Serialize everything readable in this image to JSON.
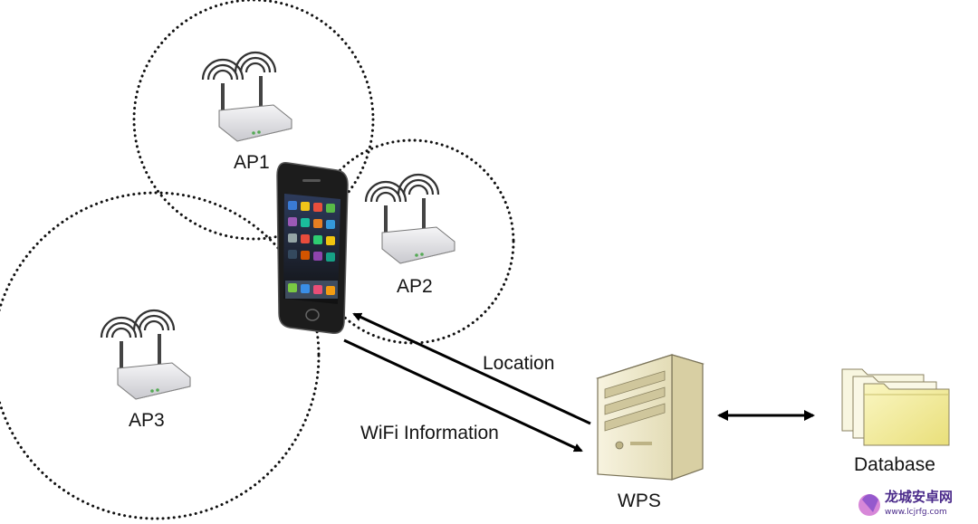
{
  "labels": {
    "ap1": "AP1",
    "ap2": "AP2",
    "ap3": "AP3",
    "location": "Location",
    "wifi_info": "WiFi Information",
    "wps": "WPS",
    "database": "Database"
  },
  "watermark": {
    "title": "龙城安卓网",
    "url": "www.lcjrfg.com"
  },
  "colors": {
    "router_body": "#e6e6ea",
    "server_body": "#f1ecd4",
    "folder": "#f3ec9c",
    "phone": "#1a1a1a",
    "watermark": "#4a2a8a"
  }
}
